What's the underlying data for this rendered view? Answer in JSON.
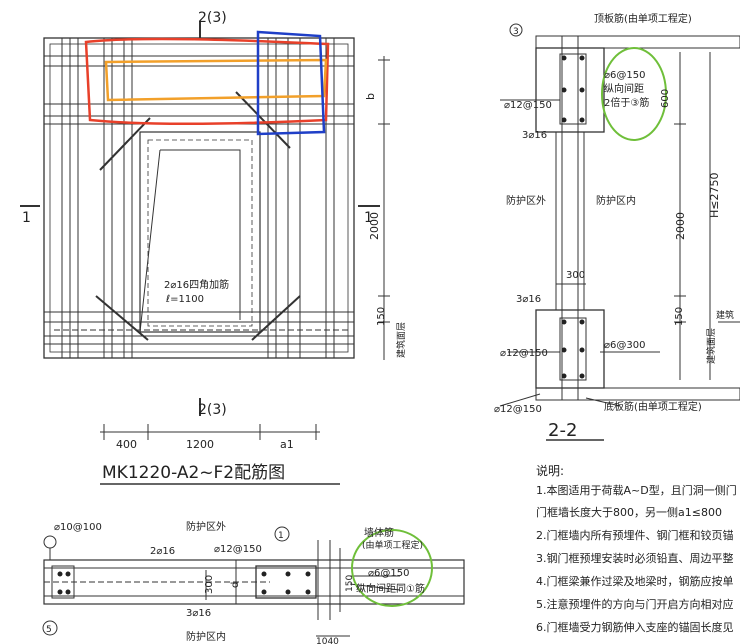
{
  "plan": {
    "section_mark_top": "2(3)",
    "section_mark_bottom": "2(3)",
    "section_1_left": "1",
    "section_1_right": "1",
    "dim_b": "b",
    "dim_2000": "2000",
    "dim_150": "150",
    "floor_label": "建筑面层",
    "corner_bar_label": "2⌀16四角加筋",
    "corner_bar_length": "ℓ=1100",
    "dim_400": "400",
    "dim_1200": "1200",
    "dim_a1": "a1",
    "title": "MK1220-A2~F2配筋图"
  },
  "section": {
    "top_label": "顶板筋(由单项工程定)",
    "circle_mark_top": "3",
    "stirrup": "⌀6@150",
    "longitudinal_note_1": "纵向间距",
    "longitudinal_note_2": "2倍于③筋",
    "dim_600": "600",
    "rebar_left_top": "⌀12@150",
    "rebar_3d16_top": "3⌀16",
    "outside_zone": "防护区外",
    "inside_zone": "防护区内",
    "dim_h": "H≤2750",
    "dim_2000": "2000",
    "dim_300": "300",
    "rebar_3d16_bottom": "3⌀16",
    "dim_150": "150",
    "floor_label": "建筑面层",
    "level_mark": "建筑",
    "rebar_left_bottom": "⌀12@150",
    "stirrup_bottom": "⌀6@300",
    "bottom_left": "⌀12@150",
    "bottom_label": "底板筋(由单项工程定)",
    "title": "2-2"
  },
  "notes": {
    "heading": "说明:",
    "items": [
      "1.本图适用于荷载A~D型，且门洞一侧门",
      "门框墙长度大于800，另一侧a1≤800",
      "2.门框墙内所有预埋件、钢门框和铰页锚",
      "3.钢门框预埋安装时必须铅直、周边平整",
      "4.门框梁兼作过梁及地梁时，钢筋应按单",
      "5.注意预埋件的方向与门开启方向相对应",
      "6.门框墙受力钢筋伸入支座的锚固长度见"
    ]
  },
  "plan_section": {
    "rebar_top_left": "⌀10@100",
    "outside_zone": "防护区外",
    "circle_mark": "1",
    "rebar_2d16": "2⌀16",
    "rebar_12": "⌀12@150",
    "wall_rebar": "墙体筋",
    "wall_rebar_note": "(由单项工程定)",
    "dim_300": "300",
    "dim_d": "d",
    "dim_150": "150",
    "stirrup": "⌀6@150",
    "longitudinal": "纵向间距同①筋",
    "rebar_3d16": "3⌀16",
    "inside_zone": "防护区内",
    "circle_mark_5": "5",
    "dim_1040": "1040"
  },
  "colors": {
    "red": "#e8402a",
    "orange": "#f2a02a",
    "blue": "#1f3fc7",
    "green": "#6fbf3a",
    "line": "#333333"
  }
}
